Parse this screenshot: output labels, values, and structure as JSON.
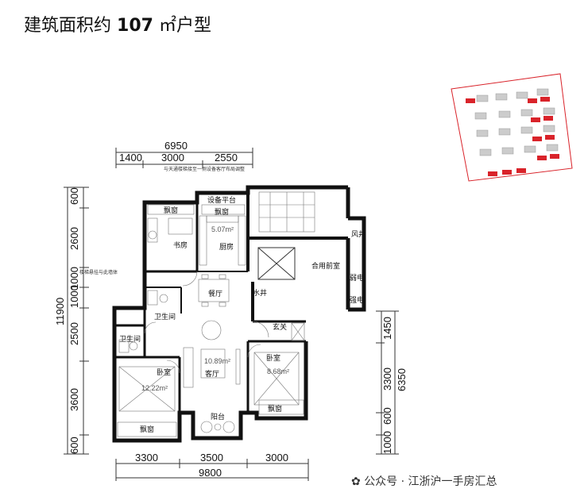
{
  "title": {
    "prefix": "建筑面积约",
    "area": "107",
    "suffix": "㎡户型"
  },
  "dimensions": {
    "top_total": "6950",
    "top_segments": [
      "1400",
      "3000",
      "2550"
    ],
    "bottom_segments": [
      "3300",
      "3500",
      "3000"
    ],
    "bottom_total": "9800",
    "left_total": "11900",
    "left_segments": [
      "600",
      "2600",
      "1000",
      "1000",
      "2500",
      "3600",
      "600"
    ],
    "right_segments": [
      "1450",
      "3300",
      "600",
      "1000"
    ],
    "right_total": "6350"
  },
  "rooms": {
    "bay_window_1": "飘窗",
    "bay_window_2": "飘窗",
    "equipment_platform": "设备平台",
    "study": "书房",
    "kitchen": "厨房",
    "dining": "餐厅",
    "bathroom_1": "卫生间",
    "bathroom_2": "卫生间",
    "bedroom_1": "卧室",
    "bedroom_2": "卧室",
    "living": "客厅",
    "balcony": "阳台",
    "entrance": "玄关",
    "shared_lobby": "合用前室",
    "water_shaft": "水井",
    "air_shaft": "风井",
    "weak_electric": "弱电",
    "strong_electric": "强电",
    "bay_window_3": "飘窗",
    "bay_window_4": "飘窗"
  },
  "areas": {
    "living": "10.89m²",
    "bedroom_1": "12.22m²",
    "bedroom_2": "8.68m²",
    "kitchen": "5.07m²"
  },
  "notes": {
    "top_note": "与天通楼梯接至一侧设备客厅布局调整",
    "left_note": "楼梯悬挂与此墙体"
  },
  "watermark": "公众号 · 江浙沪一手房汇总",
  "colors": {
    "wall": "#111111",
    "site_plan_accent": "#d9232a"
  }
}
